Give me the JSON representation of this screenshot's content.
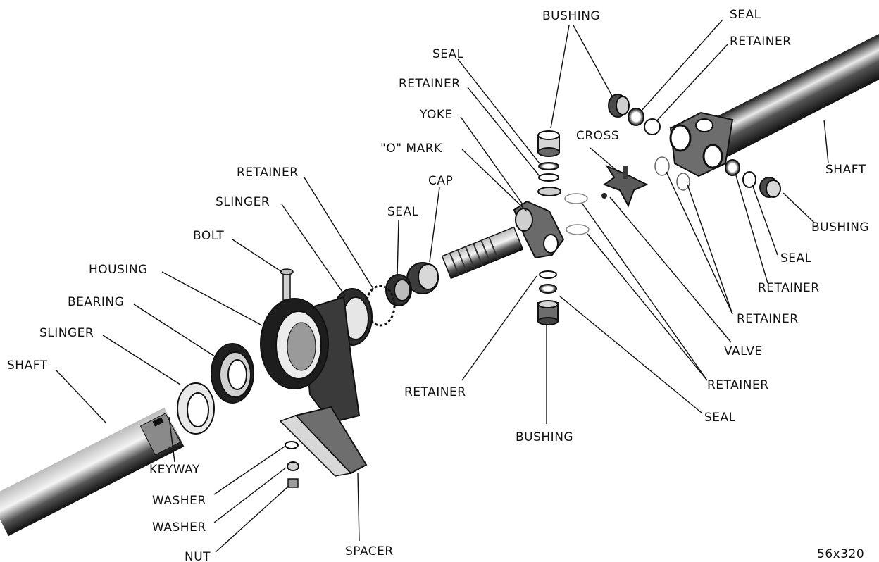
{
  "labels": {
    "bushing_top": "BUSHING",
    "seal_top_right": "SEAL",
    "retainer_top_right": "RETAINER",
    "seal_upper": "SEAL",
    "retainer_upper": "RETAINER",
    "yoke": "YOKE",
    "o_mark": "\"O\" MARK",
    "cross": "CROSS",
    "shaft_right": "SHAFT",
    "cap": "CAP",
    "retainer_left": "RETAINER",
    "slinger_upper": "SLINGER",
    "seal_mid": "SEAL",
    "bolt": "BOLT",
    "bushing_right": "BUSHING",
    "housing": "HOUSING",
    "seal_right": "SEAL",
    "bearing": "BEARING",
    "retainer_right_1": "RETAINER",
    "retainer_right_2": "RETAINER",
    "slinger_lower": "SLINGER",
    "valve": "VALVE",
    "shaft_left": "SHAFT",
    "retainer_bottom_center": "RETAINER",
    "retainer_bottom_right": "RETAINER",
    "seal_bottom": "SEAL",
    "bushing_bottom": "BUSHING",
    "keyway": "KEYWAY",
    "washer_1": "WASHER",
    "washer_2": "WASHER",
    "nut": "NUT",
    "spacer": "SPACER",
    "figure_code": "56x320"
  }
}
